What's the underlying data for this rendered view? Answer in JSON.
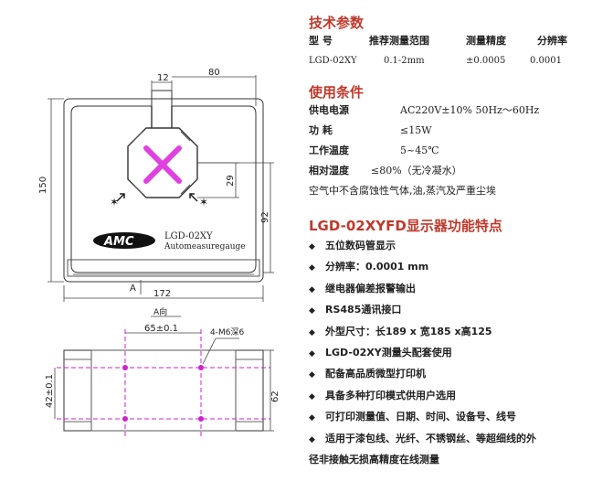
{
  "drawing": {
    "dim_top_12": "12",
    "dim_top_80": "80",
    "dim_left_150": "150",
    "dim_29": "29",
    "dim_92": "92",
    "dim_bottom_172": "172",
    "section_mark": "A",
    "logo_text": "AMC",
    "model_text": "LGD-02XY",
    "brand_text": "Automeasuregauge",
    "view_label": "A向",
    "dim_65": "65±0.1",
    "dim_holes": "4-M6深6",
    "dim_42": "42±0.1",
    "dim_62": "62"
  },
  "tech": {
    "title": "技术参数",
    "headers": [
      "型  号",
      "推荐测量范围",
      "测量精度",
      "分辨率"
    ],
    "row": [
      "LGD-02XY",
      "0.1-2mm",
      "±0.0005",
      "0.0001"
    ]
  },
  "env": {
    "title": "使用条件",
    "items": [
      {
        "k": "供电电源",
        "v": "AC220V±10%   50Hz～60Hz"
      },
      {
        "k": "功    耗",
        "v": "≤15W"
      },
      {
        "k": "工作温度",
        "v": "5~45℃"
      },
      {
        "k": "相对湿度",
        "v": "≤80%（无冷凝水）"
      }
    ],
    "note": "空气中不含腐蚀性气体,油,蒸汽及严重尘埃"
  },
  "features": {
    "title": "LGD-02XYFD显示器功能特点",
    "bullet": "◆",
    "items": [
      "五位数码管显示",
      "分辨率：0.0001 mm",
      "继电器偏差报警输出",
      "RS485通讯接口",
      "外型尺寸：长189 x 宽185 x高125",
      "LGD-02XY测量头配套使用",
      "配备高品质微型打印机",
      "具备多种打印模式供用户选用",
      "可打印测量值、日期、时间、设备号、线号",
      "适用于漆包线、光纤、不锈钢丝、等超细线的外"
    ],
    "wrap": "径非接触无损高精度在线测量"
  }
}
